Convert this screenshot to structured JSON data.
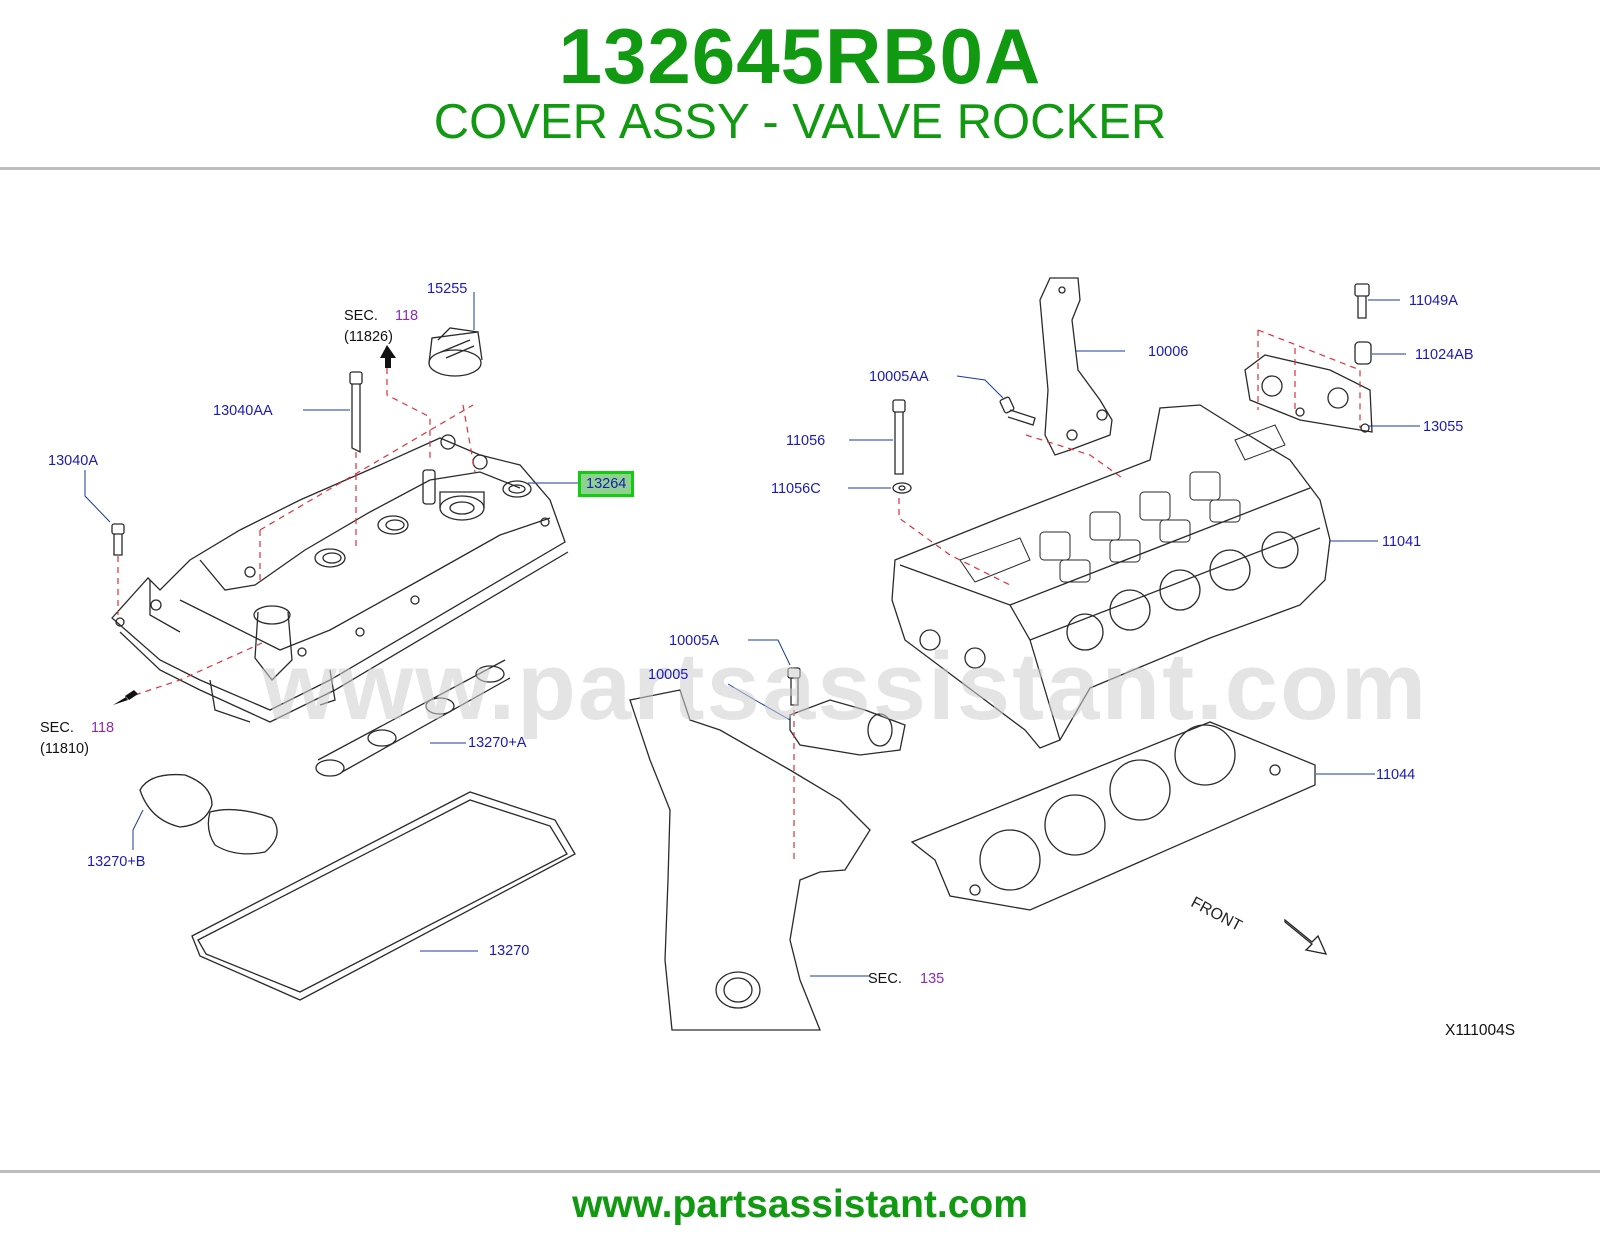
{
  "header": {
    "part_number": "132645RB0A",
    "description": "COVER ASSY - VALVE ROCKER"
  },
  "diagram": {
    "watermark": "www.partsassistant.com",
    "highlighted_part": "13264",
    "labels": {
      "p15255": "15255",
      "sec118_top_prefix": "SEC.",
      "sec118_top_num": "118",
      "sec118_top_ref": "(11826)",
      "p13040AA": "13040AA",
      "p13040A": "13040A",
      "sec118_bot_prefix": "SEC.",
      "sec118_bot_num": "118",
      "sec118_bot_ref": "(11810)",
      "p13270A": "13270+A",
      "p13270B": "13270+B",
      "p13270": "13270",
      "p10006": "10006",
      "p10005AA": "10005AA",
      "p11056": "11056",
      "p11056C": "11056C",
      "p11049A": "11049A",
      "p11024AB": "11024AB",
      "p13055": "13055",
      "p11041": "11041",
      "p10005A": "10005A",
      "p10005": "10005",
      "p11044": "11044",
      "sec135_prefix": "SEC.",
      "sec135_num": "135",
      "front": "FRONT",
      "drawing_code": "X111004S"
    }
  },
  "footer": {
    "url": "www.partsassistant.com"
  },
  "colors": {
    "brand_green": "#119911",
    "label_blue": "#1a1ab8",
    "section_purple": "#8a2bb8",
    "leader_red": "#e0303a",
    "highlight_border": "#11cc11"
  }
}
